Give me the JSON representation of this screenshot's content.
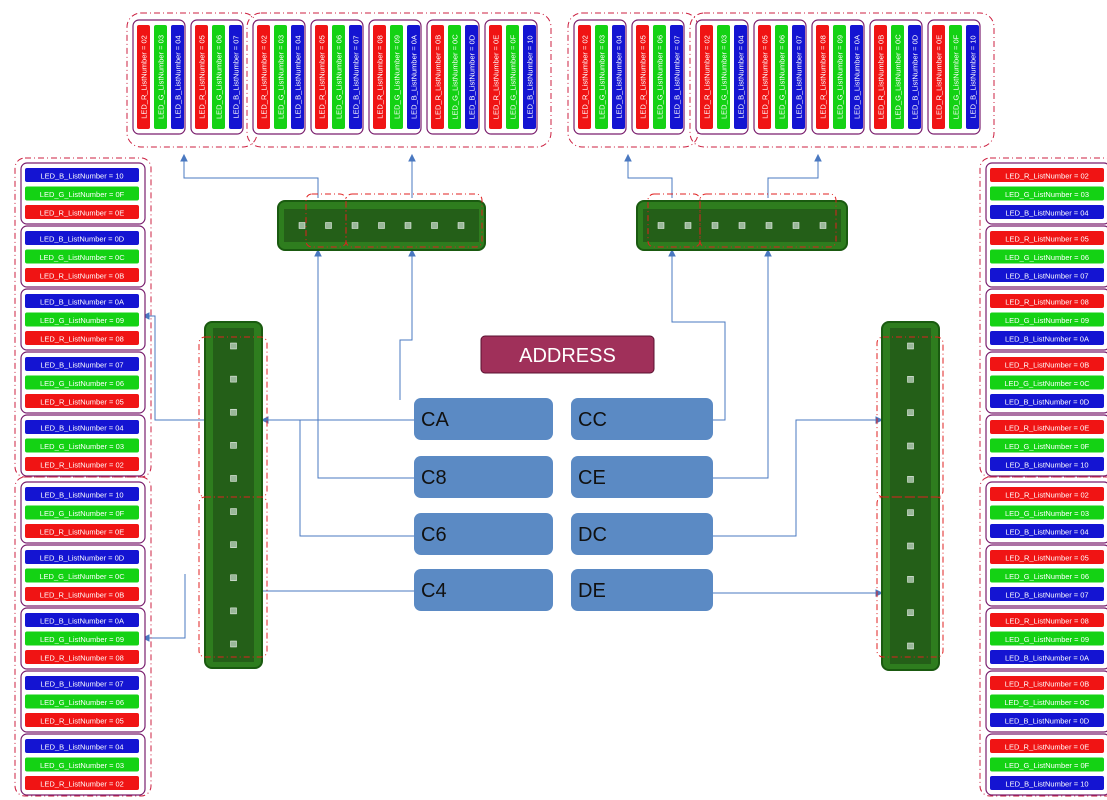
{
  "address": {
    "title": "ADDRESS",
    "left_column": [
      "CA",
      "C8",
      "C6",
      "C4"
    ],
    "right_column": [
      "CC",
      "CE",
      "DC",
      "DE"
    ]
  },
  "colors": {
    "red": "#f01414",
    "green": "#14d214",
    "blue": "#1414d2",
    "address_box": "#a0305a",
    "button": "#5b8ac4",
    "group_border": "#cc2040",
    "item_border": "#7a1f6e",
    "connector": "#4a78c0",
    "strip": "#2e7d1e"
  },
  "left_panel": {
    "upper": [
      [
        "LED_B_ListNumber = 10",
        "LED_G_ListNumber = 0F",
        "LED_R_ListNumber = 0E"
      ],
      [
        "LED_B_ListNumber = 0D",
        "LED_G_ListNumber = 0C",
        "LED_R_ListNumber = 0B"
      ],
      [
        "LED_B_ListNumber = 0A",
        "LED_G_ListNumber = 09",
        "LED_R_ListNumber = 08"
      ],
      [
        "LED_B_ListNumber = 07",
        "LED_G_ListNumber = 06",
        "LED_R_ListNumber = 05"
      ],
      [
        "LED_B_ListNumber = 04",
        "LED_G_ListNumber = 03",
        "LED_R_ListNumber = 02"
      ]
    ],
    "lower": [
      [
        "LED_B_ListNumber = 10",
        "LED_G_ListNumber = 0F",
        "LED_R_ListNumber = 0E"
      ],
      [
        "LED_B_ListNumber = 0D",
        "LED_G_ListNumber = 0C",
        "LED_R_ListNumber = 0B"
      ],
      [
        "LED_B_ListNumber = 0A",
        "LED_G_ListNumber = 09",
        "LED_R_ListNumber = 08"
      ],
      [
        "LED_B_ListNumber = 07",
        "LED_G_ListNumber = 06",
        "LED_R_ListNumber = 05"
      ],
      [
        "LED_B_ListNumber = 04",
        "LED_G_ListNumber = 03",
        "LED_R_ListNumber = 02"
      ]
    ]
  },
  "right_panel": {
    "upper": [
      [
        "LED_R_ListNumber = 02",
        "LED_G_ListNumber = 03",
        "LED_B_ListNumber = 04"
      ],
      [
        "LED_R_ListNumber = 05",
        "LED_G_ListNumber = 06",
        "LED_B_ListNumber = 07"
      ],
      [
        "LED_R_ListNumber = 08",
        "LED_G_ListNumber = 09",
        "LED_B_ListNumber = 0A"
      ],
      [
        "LED_R_ListNumber = 0B",
        "LED_G_ListNumber = 0C",
        "LED_B_ListNumber = 0D"
      ],
      [
        "LED_R_ListNumber = 0E",
        "LED_G_ListNumber = 0F",
        "LED_B_ListNumber = 10"
      ]
    ],
    "lower": [
      [
        "LED_R_ListNumber = 02",
        "LED_G_ListNumber = 03",
        "LED_B_ListNumber = 04"
      ],
      [
        "LED_R_ListNumber = 05",
        "LED_G_ListNumber = 06",
        "LED_B_ListNumber = 07"
      ],
      [
        "LED_R_ListNumber = 08",
        "LED_G_ListNumber = 09",
        "LED_B_ListNumber = 0A"
      ],
      [
        "LED_R_ListNumber = 0B",
        "LED_G_ListNumber = 0C",
        "LED_B_ListNumber = 0D"
      ],
      [
        "LED_R_ListNumber = 0E",
        "LED_G_ListNumber = 0F",
        "LED_B_ListNumber = 10"
      ]
    ]
  },
  "top_left_panel": {
    "group_a": [
      [
        "LED_R_ListNumber = 02",
        "LED_G_ListNumber = 03",
        "LED_B_ListNumber = 04"
      ],
      [
        "LED_R_ListNumber = 05",
        "LED_G_ListNumber = 06",
        "LED_B_ListNumber = 07"
      ]
    ],
    "group_b": [
      [
        "LED_R_ListNumber = 02",
        "LED_G_ListNumber = 03",
        "LED_B_ListNumber = 04"
      ],
      [
        "LED_R_ListNumber = 05",
        "LED_G_ListNumber = 06",
        "LED_B_ListNumber = 07"
      ],
      [
        "LED_R_ListNumber = 08",
        "LED_G_ListNumber = 09",
        "LED_B_ListNumber = 0A"
      ],
      [
        "LED_R_ListNumber = 0B",
        "LED_G_ListNumber = 0C",
        "LED_B_ListNumber = 0D"
      ],
      [
        "LED_R_ListNumber = 0E",
        "LED_G_ListNumber = 0F",
        "LED_B_ListNumber = 10"
      ]
    ]
  },
  "top_right_panel": {
    "group_a": [
      [
        "LED_R_ListNumber = 02",
        "LED_G_ListNumber = 03",
        "LED_B_ListNumber = 04"
      ],
      [
        "LED_R_ListNumber = 05",
        "LED_G_ListNumber = 06",
        "LED_B_ListNumber = 07"
      ]
    ],
    "group_b": [
      [
        "LED_R_ListNumber = 02",
        "LED_G_ListNumber = 03",
        "LED_B_ListNumber = 04"
      ],
      [
        "LED_R_ListNumber = 05",
        "LED_G_ListNumber = 06",
        "LED_B_ListNumber = 07"
      ],
      [
        "LED_R_ListNumber = 08",
        "LED_G_ListNumber = 09",
        "LED_B_ListNumber = 0A"
      ],
      [
        "LED_R_ListNumber = 0B",
        "LED_G_ListNumber = 0C",
        "LED_B_ListNumber = 0D"
      ],
      [
        "LED_R_ListNumber = 0E",
        "LED_G_ListNumber = 0F",
        "LED_B_ListNumber = 10"
      ]
    ]
  }
}
